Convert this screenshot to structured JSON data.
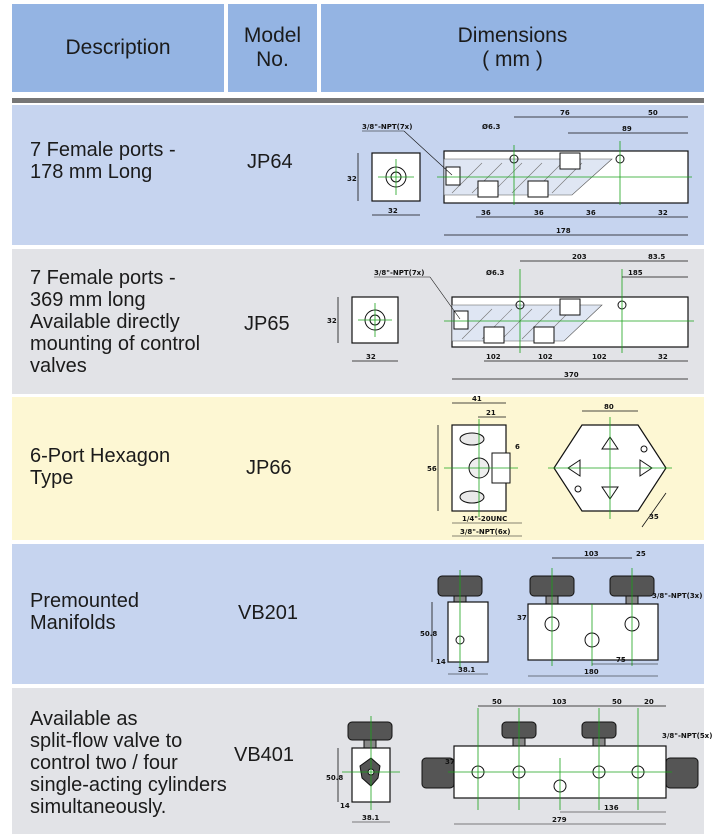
{
  "header": {
    "description": "Description",
    "model_line1": "Model",
    "model_line2": "No.",
    "dimensions_line1": "Dimensions",
    "dimensions_line2": "( mm )"
  },
  "rows": [
    {
      "description": [
        "7 Female ports -",
        "178 mm Long"
      ],
      "model": "JP64",
      "drawing_labels": [
        "3/8\"-NPT(7x)",
        "Ø6.3",
        "76",
        "50",
        "89",
        "32",
        "32",
        "36",
        "36",
        "36",
        "32",
        "178"
      ]
    },
    {
      "description": [
        "7 Female ports -",
        "369 mm long",
        "Available directly",
        "mounting of control",
        "valves"
      ],
      "model": "JP65",
      "drawing_labels": [
        "3/8\"-NPT(7x)",
        "Ø6.3",
        "203",
        "83.5",
        "185",
        "32",
        "32",
        "102",
        "102",
        "102",
        "32",
        "370"
      ]
    },
    {
      "description": [
        "6-Port Hexagon",
        "Type"
      ],
      "model": "JP66",
      "drawing_labels": [
        "41",
        "21",
        "56",
        "6",
        "1/4\"-20UNC",
        "3/8\"-NPT(6x)",
        "80",
        "35"
      ]
    },
    {
      "description": [
        "Premounted",
        "Manifolds"
      ],
      "model": "VB201",
      "drawing_labels": [
        "50.8",
        "14",
        "38.1",
        "103",
        "25",
        "3/8\"-NPT(3x)",
        "37",
        "75",
        "180"
      ]
    },
    {
      "description": [
        "Available as",
        "split-flow valve to",
        "control two / four",
        "single-acting cylinders",
        "simultaneously."
      ],
      "model": "VB401",
      "drawing_labels": [
        "50.8",
        "14",
        "38.1",
        "50",
        "103",
        "50",
        "20",
        "3/8\"-NPT(5x)",
        "37",
        "136",
        "279"
      ]
    }
  ],
  "colors": {
    "header_bg": "#94b4e3",
    "blue_row": "#c6d4ef",
    "gray_row": "#e2e3e7",
    "yellow_row": "#fdf7d3",
    "divider": "#767676",
    "centerline": "#1aa31a"
  }
}
